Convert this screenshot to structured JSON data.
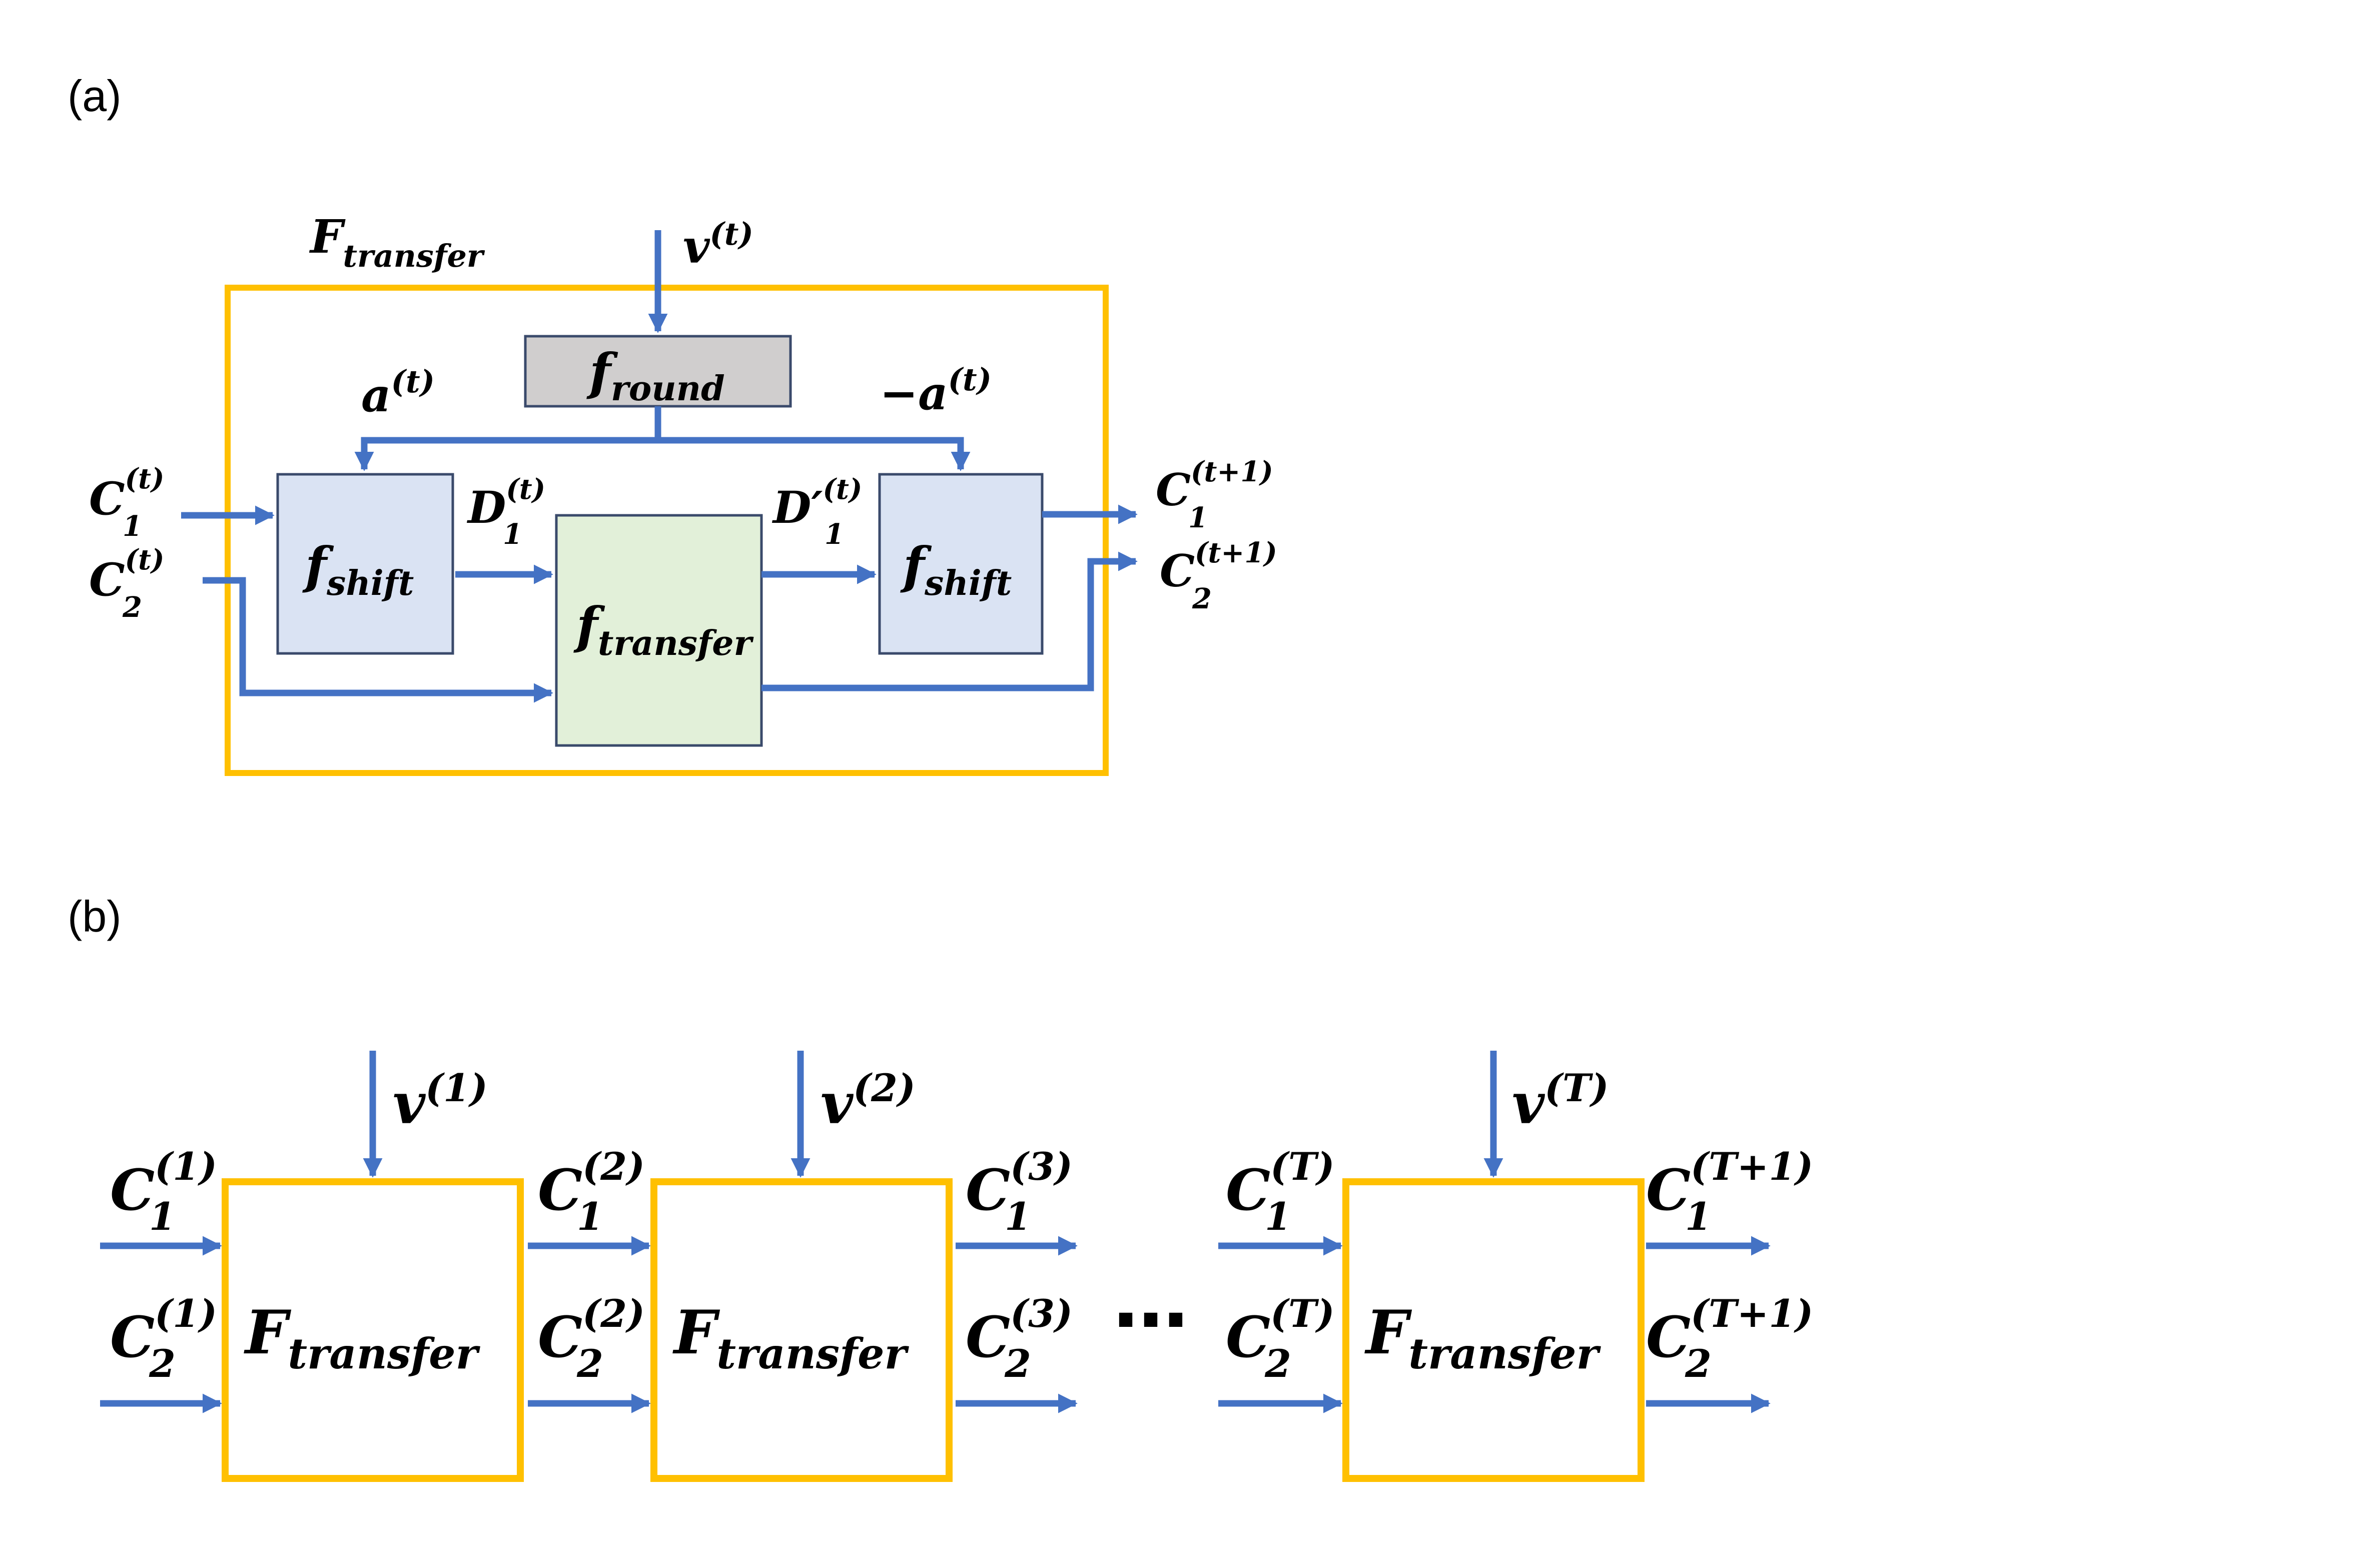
{
  "colors": {
    "frame": "#FFC000",
    "arrow": "#4472C4",
    "round_fill": "#D0CECE",
    "shift_fill": "#DAE3F3",
    "transfer_fill": "#E2F0D9",
    "box_stroke": "#3A4A6B"
  },
  "panel_a": {
    "label": "(a)",
    "frame_title": {
      "base": "F",
      "sub": "transfer"
    },
    "v_input": {
      "base": "v",
      "sup": "(t)"
    },
    "round_block": {
      "base": "f",
      "sub": "round"
    },
    "a_pos": {
      "base": "a",
      "sup": "(t)"
    },
    "a_neg": {
      "base": "−a",
      "sup": "(t)"
    },
    "c1_in": {
      "base": "C",
      "sub": "1",
      "sup": "(t)"
    },
    "c2_in": {
      "base": "C",
      "sub": "2",
      "sup": "(t)"
    },
    "shift_left": {
      "base": "f",
      "sub": "shift"
    },
    "shift_right": {
      "base": "f",
      "sub": "shift"
    },
    "transfer_block": {
      "base": "f",
      "sub": "transfer"
    },
    "d1": {
      "base": "D",
      "sub": "1",
      "sup": "(t)"
    },
    "d1_prime": {
      "base": "D′",
      "sub": "1",
      "sup": "(t)"
    },
    "c1_out": {
      "base": "C",
      "sub": "1",
      "sup": "(t+1)"
    },
    "c2_out": {
      "base": "C",
      "sub": "2",
      "sup": "(t+1)"
    }
  },
  "panel_b": {
    "label": "(b)",
    "ellipsis": "⋯",
    "blocks": [
      {
        "name": {
          "base": "F",
          "sub": "transfer"
        },
        "v": {
          "base": "v",
          "sup": "(1)"
        },
        "c1_in": {
          "base": "C",
          "sub": "1",
          "sup": "(1)"
        },
        "c2_in": {
          "base": "C",
          "sub": "2",
          "sup": "(1)"
        }
      },
      {
        "name": {
          "base": "F",
          "sub": "transfer"
        },
        "v": {
          "base": "v",
          "sup": "(2)"
        },
        "c1_in": {
          "base": "C",
          "sub": "1",
          "sup": "(2)"
        },
        "c2_in": {
          "base": "C",
          "sub": "2",
          "sup": "(2)"
        }
      },
      {
        "name": {
          "base": "F",
          "sub": "transfer"
        },
        "v": {
          "base": "v",
          "sup": "(T)"
        },
        "c1_in": {
          "base": "C",
          "sub": "1",
          "sup": "(T)"
        },
        "c2_in": {
          "base": "C",
          "sub": "2",
          "sup": "(T)"
        }
      }
    ],
    "outputs_mid": {
      "c1": {
        "base": "C",
        "sub": "1",
        "sup": "(3)"
      },
      "c2": {
        "base": "C",
        "sub": "2",
        "sup": "(3)"
      }
    },
    "outputs_final": {
      "c1": {
        "base": "C",
        "sub": "1",
        "sup": "(T+1)"
      },
      "c2": {
        "base": "C",
        "sub": "2",
        "sup": "(T+1)"
      }
    }
  }
}
